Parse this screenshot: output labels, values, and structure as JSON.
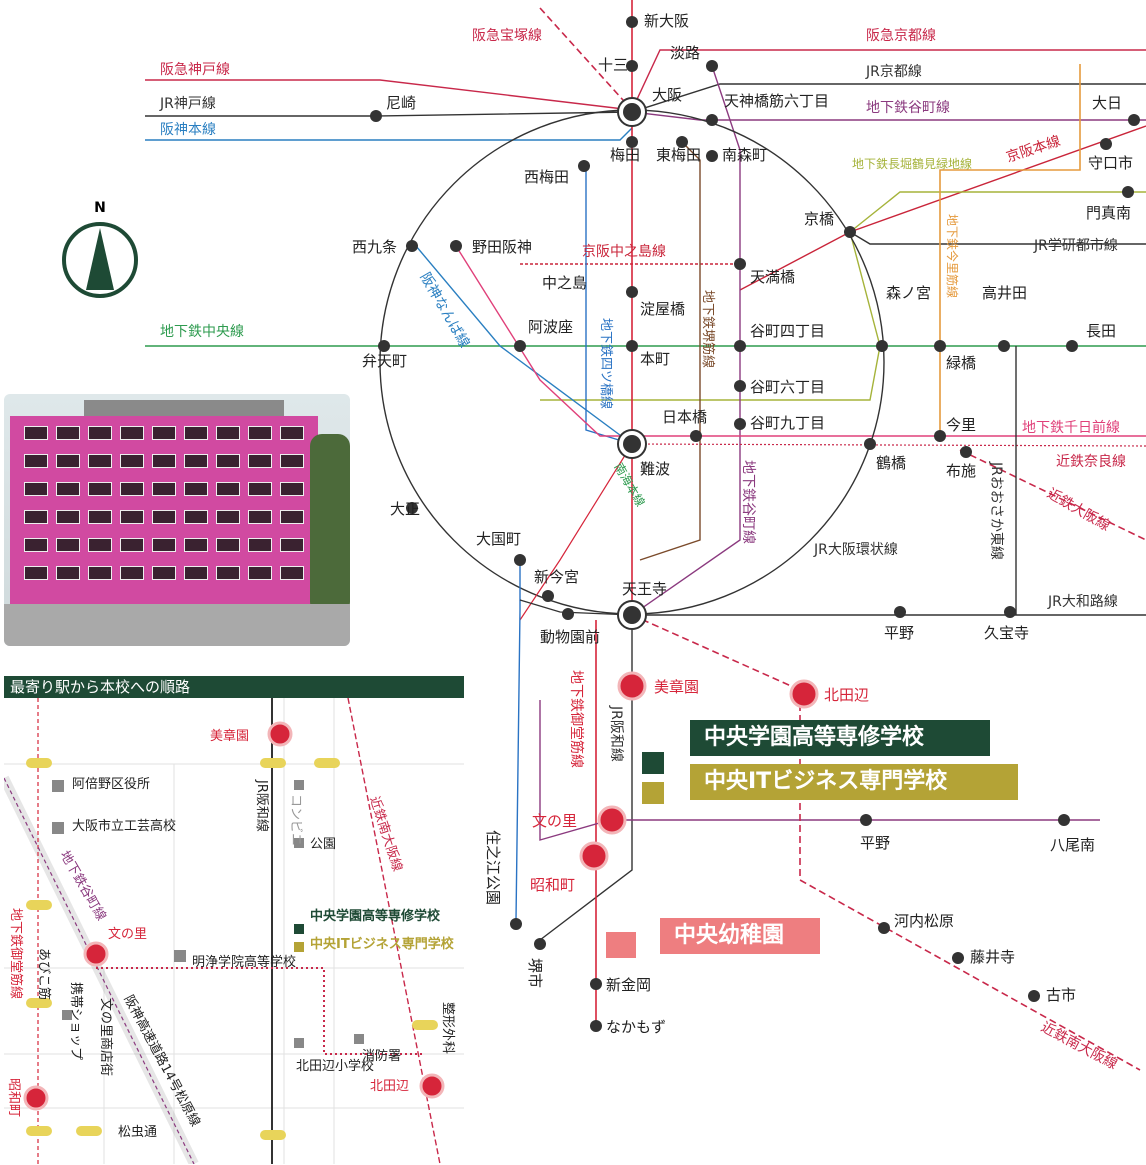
{
  "compass": {
    "label": "N"
  },
  "stations": {
    "shinosaka": "新大阪",
    "juso": "十三",
    "awaji": "淡路",
    "osaka": "大阪",
    "tenjinbashi6": "天神橋筋六丁目",
    "amagasaki": "尼崎",
    "nishiumeda": "西梅田",
    "umeda": "梅田",
    "higashiumeda": "東梅田",
    "minamimorimachi": "南森町",
    "kyobashi": "京橋",
    "nishikujo": "西九条",
    "noda_hanshin": "野田阪神",
    "nakanoshima": "中之島",
    "temmabashi": "天満橋",
    "yodoyabashi": "淀屋橋",
    "awaza": "阿波座",
    "bentencho": "弁天町",
    "honmachi": "本町",
    "tanimachi4": "谷町四丁目",
    "tanimachi6": "谷町六丁目",
    "tanimachi9": "谷町九丁目",
    "nipponbashi": "日本橋",
    "morinomiya": "森ノ宮",
    "takaida": "高井田",
    "nagata": "長田",
    "midoribashi": "緑橋",
    "imazato": "今里",
    "namba": "難波",
    "tsuruhashi": "鶴橋",
    "fuse": "布施",
    "taisho": "大正",
    "daikokucho": "大国町",
    "shinimamiya": "新今宮",
    "tennoji": "天王寺",
    "dobutsuenmae": "動物園前",
    "hirano_loop": "平野",
    "kyuhoji": "久宝寺",
    "bishoen": "美章園",
    "kitatanabe": "北田辺",
    "fuminosato": "文の里",
    "showacho": "昭和町",
    "hirano2": "平野",
    "yaominami": "八尾南",
    "suminoekoen": "住之江公園",
    "kawachimatsubara": "河内松原",
    "fujiidera": "藤井寺",
    "furuichi": "古市",
    "sakaishi": "堺市",
    "shinkanaoka": "新金岡",
    "nakamozu": "なかもず",
    "daiichi": "大日",
    "moriguchi": "守口市",
    "kadoma": "門真南"
  },
  "lines": {
    "hankyu_takarazuka": "阪急宝塚線",
    "hankyu_kobe": "阪急神戸線",
    "hankyu_kyoto": "阪急京都線",
    "jr_kobe": "JR神戸線",
    "jr_kyoto": "JR京都線",
    "hanshin": "阪神本線",
    "subway_tanimachi": "地下鉄谷町線",
    "keihan": "京阪本線",
    "nagahori": "地下鉄長堀鶴見緑地線",
    "imazatosuji": "地下鉄今里筋線",
    "jr_gakkentoshi": "JR学研都市線",
    "keihan_nakanoshima": "京阪中之島線",
    "subway_chuo": "地下鉄中央線",
    "hanshin_namba": "阪神なんば線",
    "subway_yotsubashi": "地下鉄四ツ橋線",
    "subway_sakaisuji": "地下鉄堺筋線",
    "subway_sennichimae": "地下鉄千日前線",
    "kintetsu_nara": "近鉄奈良線",
    "kintetsu_osaka": "近鉄大阪線",
    "jr_osaka_higashi": "JRおおさか東線",
    "nankai": "南海本線",
    "subway_tanimachi2": "地下鉄谷町線",
    "jr_loop": "JR大阪環状線",
    "jr_yamatoji": "JR大和路線",
    "jr_hanwa": "JR阪和線",
    "subway_midosuji": "地下鉄御堂筋線",
    "kintetsu_minami": "近鉄南大阪線"
  },
  "schools": {
    "senshu": "中央学園高等専修学校",
    "it": "中央ITビジネス専門学校",
    "kindergarten": "中央幼稚園"
  },
  "route": {
    "title": "最寄り駅から本校への順路",
    "bishoen": "美章園",
    "abeno_ward": "阿倍野区役所",
    "kogei": "大阪市立工芸高校",
    "jr_hanwa": "JR阪和線",
    "konbini": "コンビニ",
    "park": "公園",
    "kintetsu": "近鉄南大阪線",
    "school1": "中央学園高等専修学校",
    "school2": "中央ITビジネス専門学校",
    "tanimachi": "地下鉄谷町線",
    "fuminosato": "文の里",
    "meijo": "明浄学院高等学校",
    "midosuji": "地下鉄御堂筋線",
    "abikosuji": "あびこ筋",
    "phone_shop": "携帯ショップ",
    "shotengai": "文の里商店街",
    "hanshin_exp": "阪神高速道路14号松原線",
    "orthopedic": "整形外科",
    "elementary": "北田辺小学校",
    "fire": "消防署",
    "kitatanabe": "北田辺",
    "showacho": "昭和町",
    "matsumushi": "松虫通"
  },
  "colors": {
    "hankyu": "#c8284a",
    "jr": "#333333",
    "hanshin": "#2a7fc1",
    "tanimachi": "#8b3a7f",
    "keihan": "#c9253a",
    "chuo": "#2e9b4f",
    "nagahori": "#a5b33a",
    "imazato": "#e59a3d",
    "sakaisuji": "#7a4a2a",
    "sennichimae": "#e0407a",
    "kintetsu": "#c8284a",
    "midosuji": "#d6253a",
    "yotsubashi": "#2a73c4",
    "station_red": "#d6253a",
    "school_green": "#1e4a35",
    "school_olive": "#b4a336",
    "kinder_pink": "#ee7e80"
  }
}
